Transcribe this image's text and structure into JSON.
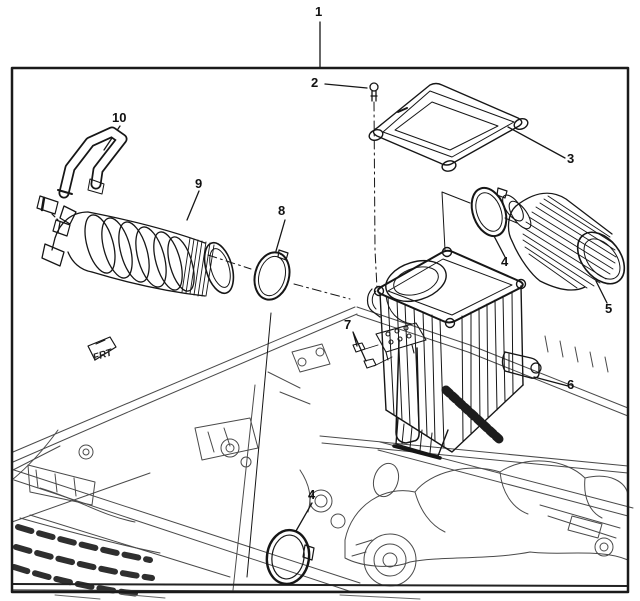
{
  "figure": {
    "type": "exploded-parts-diagram",
    "title": "Air cleaner assembly exploded view over engine compartment",
    "orientation_label": "FRT",
    "colors": {
      "line": "#161616",
      "background_line": "#4a4a4a",
      "paper": "#ffffff"
    }
  },
  "callouts": [
    {
      "label": "1",
      "part": "air-cleaner-assembly"
    },
    {
      "label": "2",
      "part": "cover-bolt"
    },
    {
      "label": "3",
      "part": "air-cleaner-cover"
    },
    {
      "label": "4",
      "part": "outlet-clamp"
    },
    {
      "label": "5",
      "part": "air-filter-element"
    },
    {
      "label": "6",
      "part": "housing-outlet-spout"
    },
    {
      "label": "7",
      "part": "fastener-clips"
    },
    {
      "label": "8",
      "part": "duct-clamp"
    },
    {
      "label": "9",
      "part": "intake-air-duct"
    },
    {
      "label": "10",
      "part": "vent-hose"
    },
    {
      "label": "4",
      "part": "installed-clamp"
    }
  ]
}
